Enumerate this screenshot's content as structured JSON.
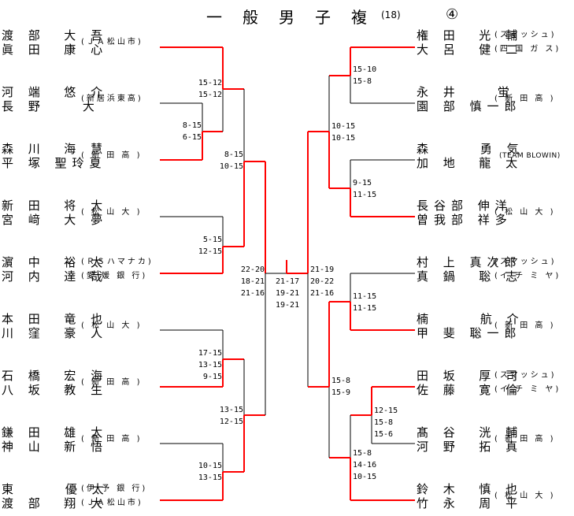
{
  "title": {
    "event": "一般男子複",
    "count": "(18)",
    "page": "④"
  },
  "colors": {
    "winner_line": "#ff0000",
    "loser_line": "#000000"
  },
  "left": [
    {
      "name1": "渡 部  大 吾",
      "name2": "眞 田  康 心",
      "team1": "(ＪＡ松山市)",
      "team2": ""
    },
    {
      "name1": "河 端  悠 介",
      "name2": "長 野    大",
      "team1": "(新居浜東高)",
      "team2": ""
    },
    {
      "name1": "森 川  海 慧",
      "name2": "平 塚 聖玲夏",
      "team1": "( 新 田 高 )",
      "team2": ""
    },
    {
      "name1": "新 田  将 大",
      "name2": "宮 﨑  大 夢",
      "team1": "( 松 山 大 )",
      "team2": ""
    },
    {
      "name1": "濵 中  裕 太",
      "name2": "河 内  達 哉",
      "team1": "(ＲＳハマナカ)",
      "team2": "(愛 媛 銀 行)"
    },
    {
      "name1": "本 田  竜 也",
      "name2": "川 窪  豪 人",
      "team1": "( 松 山 大 )",
      "team2": ""
    },
    {
      "name1": "石 橋  宏 海",
      "name2": "八 坂  教 生",
      "team1": "( 新 田 高 )",
      "team2": ""
    },
    {
      "name1": "鎌 田  雄 太",
      "name2": "神 山  新 悟",
      "team1": "( 新 田 高 )",
      "team2": ""
    },
    {
      "name1": "東     優 太",
      "name2": "渡 部  翔 大",
      "team1": "(伊 予 銀 行)",
      "team2": "(ＪＡ松山市)"
    }
  ],
  "right": [
    {
      "name1": "権 田  光 輔",
      "name2": "大 呂  健 二",
      "team1": "(スマッシュ)",
      "team2": "(四 国 ガ ス)"
    },
    {
      "name1": "永 井    蛍",
      "name2": "園 部 慎一郎",
      "team1": "( 新 田 高 )",
      "team2": ""
    },
    {
      "name1": "森     勇 気",
      "name2": "加 地  龍 太",
      "team1": "(TEAM BLOWIN)",
      "team2": ""
    },
    {
      "name1": "長谷部 伸洋",
      "name2": "曽我部 祥多",
      "team1": "( 松 山 大 )",
      "team2": ""
    },
    {
      "name1": "村 上 真次郎",
      "name2": "真 鍋  聡 志",
      "team1": "(スマッシュ)",
      "team2": "(イ チ ミ ヤ)"
    },
    {
      "name1": "楠     航 介",
      "name2": "甲 斐 聡一郎",
      "team1": "( 新 田 高 )",
      "team2": ""
    },
    {
      "name1": "田 坂  厚 司",
      "name2": "佐 藤  寛 倫",
      "team1": "(スマッシュ)",
      "team2": "(イ チ ミ ヤ)"
    },
    {
      "name1": "髙 谷  洸 輔",
      "name2": "河 野  拓 真",
      "team1": "( 新 田 高 )",
      "team2": ""
    },
    {
      "name1": "鈴 木  慎 也",
      "name2": "竹 永  周 平",
      "team1": "( 松 山 大 )",
      "team2": ""
    }
  ],
  "scores": {
    "L_r1_p2p3": [
      "8-15",
      "6-15"
    ],
    "L_r2_p1": [
      "15-12",
      "15-12"
    ],
    "L_r1_p4p5": [
      "5-15",
      "12-15"
    ],
    "L_r3_top": [
      "8-15",
      "10-15"
    ],
    "L_r1_p6p7": [
      "17-15",
      "13-15",
      "9-15"
    ],
    "L_r1_p8p9": [
      "10-15",
      "13-15"
    ],
    "L_r2_bottom": [
      "13-15",
      "12-15"
    ],
    "L_semi": [
      "22-20",
      "18-21",
      "21-16"
    ],
    "final": [
      "21-17",
      "19-21",
      "19-21"
    ],
    "R_semi": [
      "21-19",
      "20-22",
      "21-16"
    ],
    "R_r1_p1p2": [
      "15-10",
      "15-8"
    ],
    "R_r1_p3p4": [
      "9-15",
      "11-15"
    ],
    "R_r2_top": [
      "10-15",
      "10-15"
    ],
    "R_r1_p5p6": [
      "11-15",
      "11-15"
    ],
    "R_r1_p7p8": [
      "12-15",
      "15-8",
      "15-6"
    ],
    "R_r2_p9": [
      "15-8",
      "14-16",
      "10-15"
    ],
    "R_r3_bottom": [
      "15-8",
      "15-9"
    ]
  }
}
